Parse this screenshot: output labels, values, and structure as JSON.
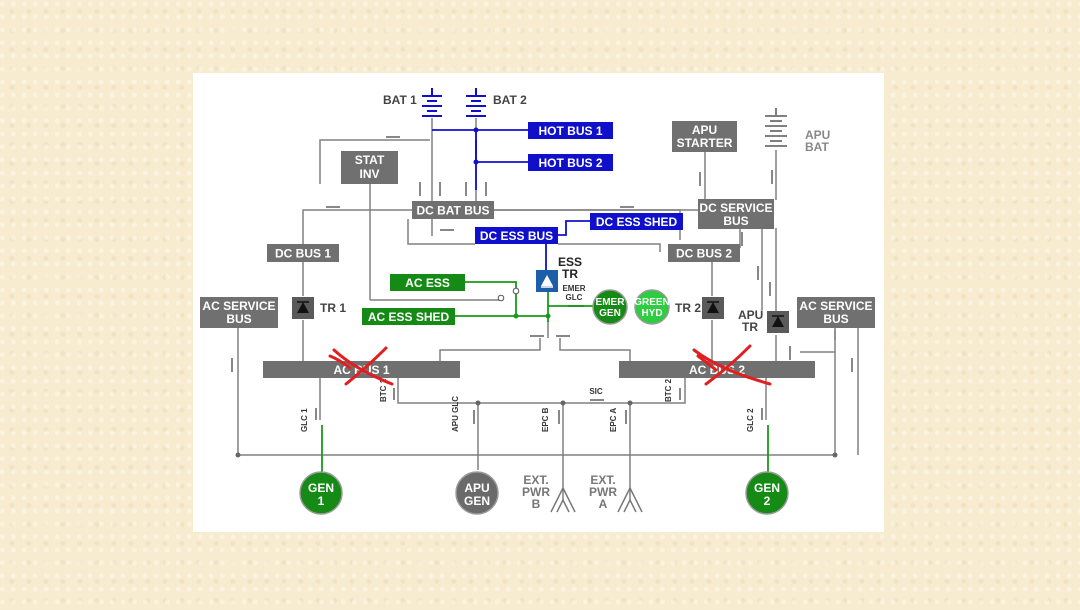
{
  "colors": {
    "panel": "#ffffff",
    "bus_gray": "#707070",
    "bus_blue": "#1010cc",
    "bus_green": "#158a15",
    "line_gray": "#808080",
    "line_blue": "#1010cc",
    "line_green": "#1a9a1a",
    "gen_light_green": "#2ecc40",
    "fail_red": "#e02020"
  },
  "batteries": {
    "bat1": "BAT 1",
    "bat2": "BAT 2",
    "apu_bat": [
      "APU",
      "BAT"
    ]
  },
  "buses": {
    "hot_bus_1": "HOT BUS 1",
    "hot_bus_2": "HOT BUS 2",
    "stat_inv": [
      "STAT",
      "INV"
    ],
    "dc_bat_bus": "DC BAT BUS",
    "dc_ess_bus": "DC ESS BUS",
    "dc_ess_shed": "DC ESS SHED",
    "dc_bus_1": "DC BUS 1",
    "dc_bus_2": "DC BUS 2",
    "dc_service_bus": [
      "DC SERVICE",
      "BUS"
    ],
    "apu_starter": [
      "APU",
      "STARTER"
    ],
    "ac_ess": "AC ESS",
    "ac_ess_shed": "AC ESS SHED",
    "ac_service_bus_left": [
      "AC SERVICE",
      "BUS"
    ],
    "ac_service_bus_right": [
      "AC SERVICE",
      "BUS"
    ],
    "ac_bus_1": "AC BUS 1",
    "ac_bus_2": "AC BUS 2"
  },
  "transformers": {
    "tr1": "TR 1",
    "tr2": "TR 2",
    "ess_tr": [
      "ESS",
      "TR"
    ],
    "apu_tr": [
      "APU",
      "TR"
    ]
  },
  "contactors": {
    "emer_glc": [
      "EMER",
      "GLC"
    ],
    "glc1": "GLC 1",
    "glc2": "GLC 2",
    "btc1": "BTC 1",
    "btc2": "BTC 2",
    "apu_glc": "APU GLC",
    "epc_b": "EPC B",
    "epc_a": "EPC A",
    "sic": "SIC"
  },
  "sources": {
    "gen1": [
      "GEN",
      "1"
    ],
    "gen2": [
      "GEN",
      "2"
    ],
    "apu_gen": [
      "APU",
      "GEN"
    ],
    "emer_gen": [
      "EMER",
      "GEN"
    ],
    "green_hyd": [
      "GREEN",
      "HYD"
    ],
    "ext_pwr_b": [
      "EXT.",
      "PWR",
      "B"
    ],
    "ext_pwr_a": [
      "EXT.",
      "PWR",
      "A"
    ]
  }
}
